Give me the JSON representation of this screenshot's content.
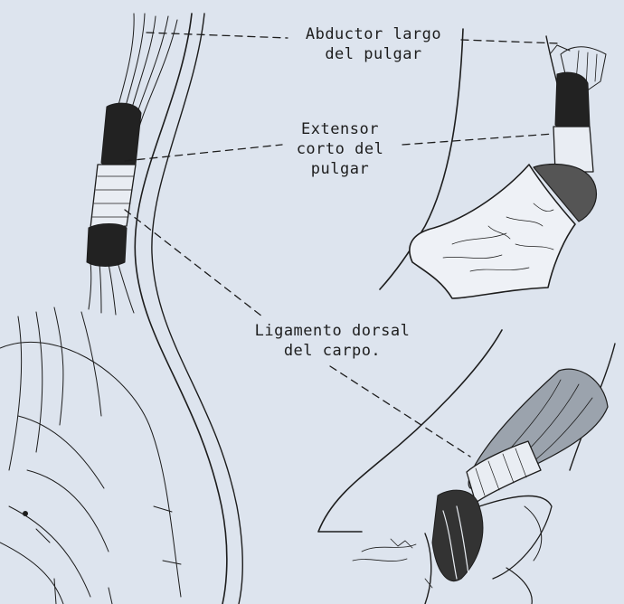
{
  "labels": {
    "abductor": [
      "Abductor largo",
      "del pulgar"
    ],
    "extensor": [
      "Extensor",
      "corto del",
      "pulgar"
    ],
    "ligamento": [
      "Ligamento dorsal",
      "del carpo."
    ]
  },
  "colors": {
    "paper": "#dde4ee",
    "ink": "#1d1d1d"
  }
}
